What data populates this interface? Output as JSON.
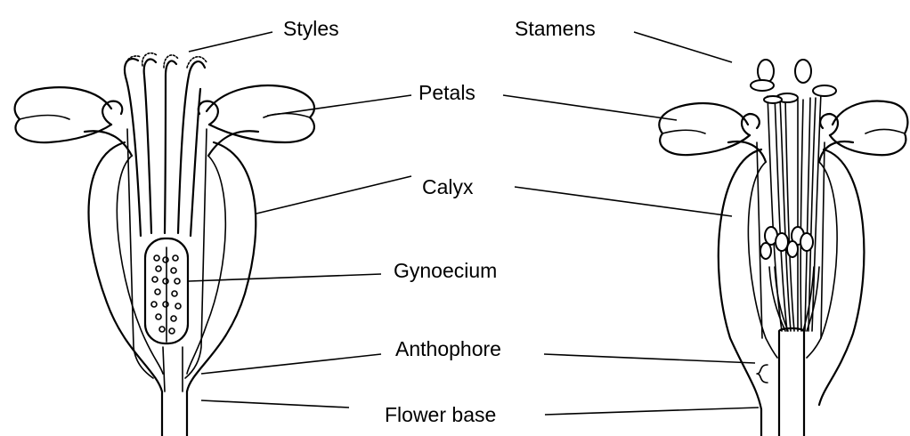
{
  "labels": {
    "styles": "Styles",
    "stamens": "Stamens",
    "petals": "Petals",
    "calyx": "Calyx",
    "gynoecium": "Gynoecium",
    "anthophore": "Anthophore",
    "flower_base": "Flower base"
  }
}
